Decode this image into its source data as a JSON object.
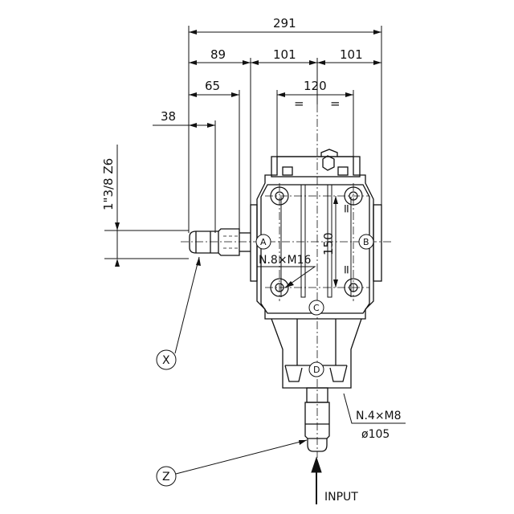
{
  "dimensions": {
    "overall_width": "291",
    "left_to_body": "89",
    "left_half": "101",
    "right_half": "101",
    "shaft_65": "65",
    "shaft_38": "38",
    "bolt_spacing": "120",
    "vertical_150": "150",
    "equal_mark": "="
  },
  "shaft_spec": "1\"3/8 Z6",
  "holes_note": "N.8×M16",
  "flange_holes_note": "N.4×M8",
  "flange_diameter": "ø105",
  "circle_labels": {
    "a": "A",
    "b": "B",
    "c": "C",
    "d": "D",
    "x": "X",
    "z": "Z"
  },
  "input_label": "INPUT"
}
